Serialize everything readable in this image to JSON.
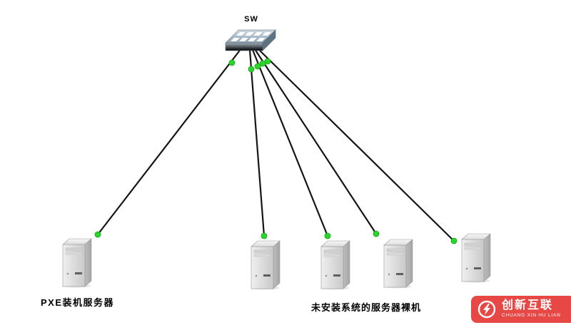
{
  "page": {
    "background": "#ffffff"
  },
  "diagram": {
    "switch_label": "SW",
    "pxe_server_label": "PXE装机服务器",
    "bare_servers_label": "未安装系统的服务器裸机",
    "server_count": 5,
    "colors": {
      "link_line": "#151515",
      "connection_dot": "#2bd42b",
      "switch_top": "#9fb4c4",
      "server_body": "#d9d9d9"
    }
  },
  "watermark": {
    "brand": "创新互联",
    "subtitle": "CHUANG XIN HU LIAN",
    "background": "#e84845",
    "text_color": "#ffffff"
  }
}
